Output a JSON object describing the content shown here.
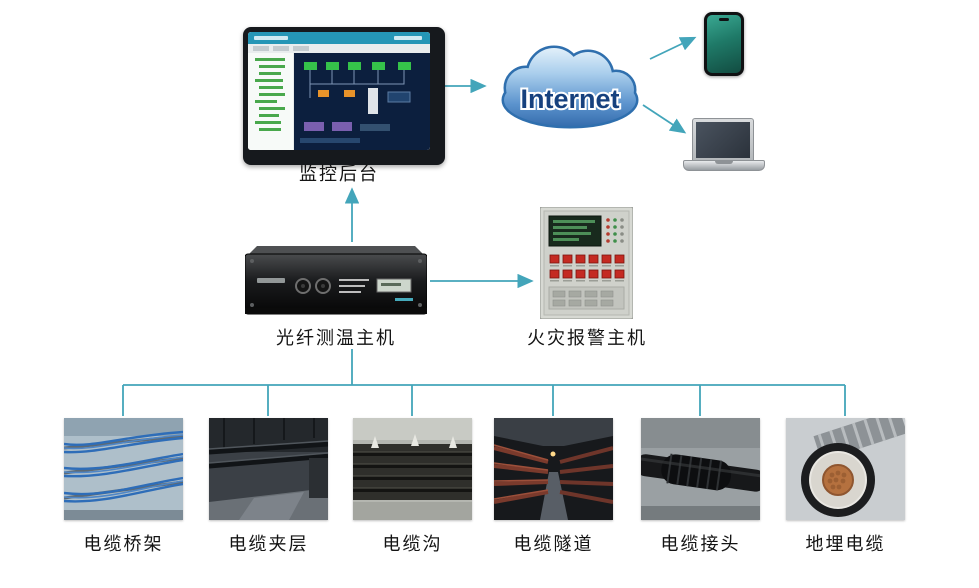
{
  "accent_color": "#43a5ba",
  "diagram": {
    "monitor": {
      "label": "监控后台"
    },
    "internet": {
      "label": "Internet"
    },
    "fiber_host": {
      "label": "光纤测温主机"
    },
    "fire_alarm": {
      "label": "火灾报警主机"
    }
  },
  "sites": [
    {
      "label": "电缆桥架"
    },
    {
      "label": "电缆夹层"
    },
    {
      "label": "电缆沟"
    },
    {
      "label": "电缆隧道"
    },
    {
      "label": "电缆接头"
    },
    {
      "label": "地埋电缆"
    }
  ]
}
